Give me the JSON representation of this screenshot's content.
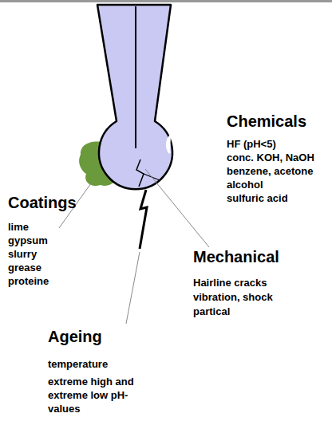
{
  "diagram": {
    "labels": [
      "Chemicals",
      "HF (pH<5)",
      "conc. KOH, NaOH",
      "benzene, acetone",
      "alcohol",
      "sulfuric acid",
      "Coatings",
      "lime",
      "gypsum",
      "slurry",
      "grease",
      "proteine",
      "Mechanical",
      "Hairline cracks",
      "vibration, shock",
      "partical",
      "Ageing",
      "temperature",
      "extreme high and extreme low pH-values"
    ]
  }
}
